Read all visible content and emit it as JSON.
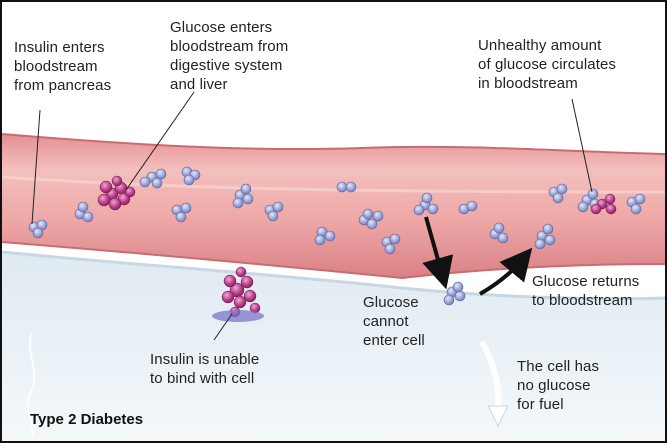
{
  "diagram": {
    "title": "Type 2 Diabetes",
    "labels": {
      "insulin_enters": "Insulin enters\nbloodstream\nfrom pancreas",
      "glucose_enters": "Glucose enters\nbloodstream from\ndigestive system\nand liver",
      "unhealthy_glucose": "Unhealthy amount\nof glucose circulates\nin bloodstream",
      "glucose_returns": "Glucose returns\nto bloodstream",
      "glucose_cannot_enter": "Glucose\ncannot\nenter cell",
      "insulin_unable": "Insulin is unable\nto bind with cell",
      "cell_no_glucose": "The cell has\nno glucose\nfor fuel"
    },
    "colors": {
      "vessel": "#e7a3a3",
      "vessel_inner": "#f1b7b4",
      "cell": "#e4eef4",
      "glucose": "#8f97cc",
      "insulin": "#b23a82",
      "arrow": "#111111"
    }
  }
}
